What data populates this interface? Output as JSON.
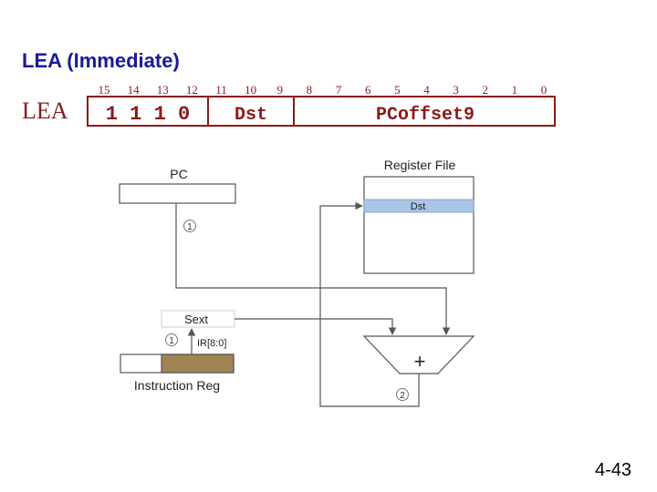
{
  "title": "LEA (Immediate)",
  "page_number": "4-43",
  "instruction": {
    "opcode_name": "LEA",
    "bit_numbers": [
      "15",
      "14",
      "13",
      "12",
      "11",
      "10",
      "9",
      "8",
      "7",
      "6",
      "5",
      "4",
      "3",
      "2",
      "1",
      "0"
    ],
    "fields": {
      "opcode_bits": "1 1 1 0",
      "dst": "Dst",
      "offset": "PCoffset9"
    }
  },
  "datapath": {
    "pc_label": "PC",
    "register_file_label": "Register File",
    "dst_row_label": "Dst",
    "sext_label": "Sext",
    "ir_field_label": "IR[8:0]",
    "instruction_reg_label": "Instruction Reg",
    "adder_symbol": "+",
    "step_markers": [
      "1",
      "1",
      "2"
    ]
  },
  "colors": {
    "title": "#1a1a99",
    "opcode_text": "#8b1a1a",
    "frame_border": "#8b1a1a",
    "dst_row_fill": "#a9c6e6",
    "ir_highlight": "#a08453",
    "wire": "#555555"
  }
}
